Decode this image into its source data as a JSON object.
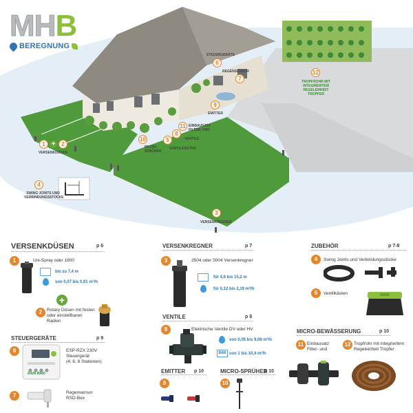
{
  "brand": {
    "letters_mh": "MH",
    "letter_b": "B",
    "subtitle": "BEREGNUNG",
    "colors": {
      "grey": "#b9bcbe",
      "green": "#8bbf3c",
      "blue": "#2d74b6"
    }
  },
  "scene": {
    "markers": [
      {
        "n": "1"
      },
      {
        "n": "2"
      },
      {
        "n": "3"
      },
      {
        "n": "4"
      },
      {
        "n": "5"
      },
      {
        "n": "6"
      },
      {
        "n": "7"
      },
      {
        "n": "8"
      },
      {
        "n": "9"
      },
      {
        "n": "10"
      },
      {
        "n": "11"
      },
      {
        "n": "12"
      }
    ],
    "labels": {
      "versenkduesen": "VERSENKDÜSEN",
      "swing": "SWING JOINTS UND VERBINDUNGSSTÜCKE",
      "versenkregner": "VERSENKREGNER",
      "steuergeraete": "STEUERGERÄTE",
      "regensensor": "REGENSENSOR",
      "emitter": "EMITTER",
      "einbausatz": "EINBAUSATZ FILTER- UND",
      "ventile": "VENTILE",
      "ventilkaesten": "VENTILKÄSTEN",
      "micro": "MICRO- SPRÜHER",
      "tropfrohr": "TROPFROHR MIT INTEGRIERTEM REGELEINHEIT TROPFER"
    },
    "colors": {
      "lawn": "#4f9a3a",
      "accent": "#e6862a",
      "roof": "#8f8a80",
      "wall": "#efeae0",
      "bg": "#e4eef7"
    }
  },
  "sections": {
    "versenkduesen": {
      "title": "VERSENKDÜSEN",
      "page": "p 6"
    },
    "versenkregner": {
      "title": "VERSENKREGNER",
      "page": "p 7"
    },
    "zubehoer": {
      "title": "ZUBEHÖR",
      "page": "p 7-8"
    },
    "steuergeraete": {
      "title": "STEUERGERÄTE",
      "page": "p 9"
    },
    "ventile": {
      "title": "VENTILE",
      "page": "p 8"
    },
    "micro": {
      "title": "MICRO-BEWÄSSERUNG",
      "page": "p 10"
    },
    "emitter": {
      "title": "EMITTER",
      "page": "p 10"
    },
    "microspr": {
      "title": "MICRO-SPRÜHER",
      "page": "p 10"
    }
  },
  "products": {
    "p1": {
      "n": "1",
      "name": "Uni-Spray oder 1800",
      "spec1": "bis zu 7,4 m",
      "spec2": "von 0,07 bis 0,91 m³/h"
    },
    "p2": {
      "n": "2",
      "name": "Rotary Düsen mit festen oder einstellbaren Radien"
    },
    "p3": {
      "n": "3",
      "name": "3504 oder 5004 Versenkregner",
      "spec1": "für 4,6 bis 15,2 m",
      "spec2": "für 0,12 bis 2,19 m³/h"
    },
    "p4": {
      "n": "4",
      "name": "Swing Joints und Verbindungsstücke"
    },
    "p5": {
      "n": "5",
      "name": "Ventilkästen"
    },
    "p6": {
      "n": "6",
      "name1": "ESP-RZX 230V",
      "name2": "Steuergerät",
      "name3": "(4, 6, 8 Stationen)",
      "brand_on_device": "RAIN BIRD"
    },
    "p7": {
      "n": "7",
      "name1": "Regensensor",
      "name2": "RSD-Bex"
    },
    "p8": {
      "n": "8",
      "name": "Elektrische Ventile DV oder HV",
      "spec1": "von 0,05 bis 9,08 m³/h",
      "spec2": "von 1 bis 10,4 m³/h",
      "bar": "BAR"
    },
    "p9": {
      "n": "9"
    },
    "p10": {
      "n": "10"
    },
    "p11": {
      "n": "11",
      "name1": "Einbausatz",
      "name2": "Filter- und"
    },
    "p12": {
      "n": "12",
      "name": "Tropfrohr mit integriertem Regeleinheit Tropfer"
    }
  }
}
